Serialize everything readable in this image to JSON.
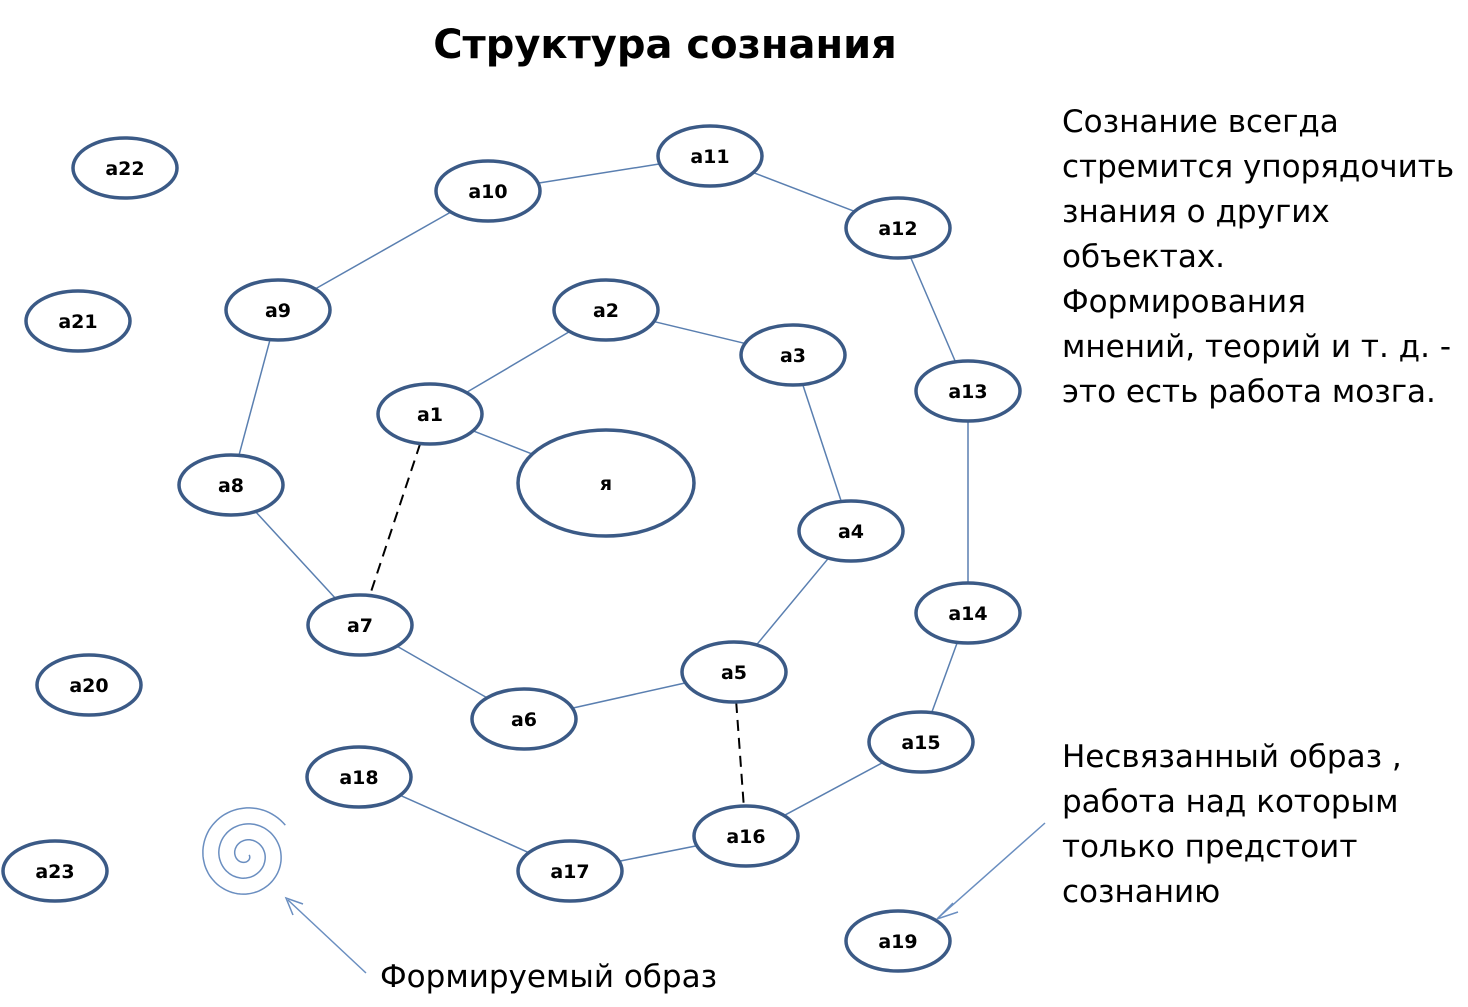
{
  "title": "Структура сознания",
  "notes": {
    "top": "Сознание всегда\nстремится упорядочить\nзнания о других\nобъектах.\nФормирования\nмнений, теорий и т. д. -\nэто есть работа мозга.",
    "bottom": "Несвязанный образ ,\nработа над которым\nтолько предстоит\nсознанию",
    "forming": "Формируемый образ"
  },
  "nodes": [
    {
      "id": "self",
      "label": "я"
    },
    {
      "id": "a1",
      "label": "a1"
    },
    {
      "id": "a2",
      "label": "a2"
    },
    {
      "id": "a3",
      "label": "a3"
    },
    {
      "id": "a4",
      "label": "a4"
    },
    {
      "id": "a5",
      "label": "a5"
    },
    {
      "id": "a6",
      "label": "a6"
    },
    {
      "id": "a7",
      "label": "a7"
    },
    {
      "id": "a8",
      "label": "a8"
    },
    {
      "id": "a9",
      "label": "a9"
    },
    {
      "id": "a10",
      "label": "a10"
    },
    {
      "id": "a11",
      "label": "a11"
    },
    {
      "id": "a12",
      "label": "a12"
    },
    {
      "id": "a13",
      "label": "a13"
    },
    {
      "id": "a14",
      "label": "a14"
    },
    {
      "id": "a15",
      "label": "a15"
    },
    {
      "id": "a16",
      "label": "a16"
    },
    {
      "id": "a17",
      "label": "a17"
    },
    {
      "id": "a18",
      "label": "a18"
    },
    {
      "id": "a19",
      "label": "a19"
    },
    {
      "id": "a20",
      "label": "a20"
    },
    {
      "id": "a21",
      "label": "a21"
    },
    {
      "id": "a22",
      "label": "a22"
    },
    {
      "id": "a23",
      "label": "a23"
    }
  ],
  "edges": [
    {
      "from": "a1",
      "to": "self",
      "style": "solid"
    },
    {
      "from": "a1",
      "to": "a2",
      "style": "solid"
    },
    {
      "from": "a2",
      "to": "a3",
      "style": "solid"
    },
    {
      "from": "a3",
      "to": "a4",
      "style": "solid"
    },
    {
      "from": "a4",
      "to": "a5",
      "style": "solid"
    },
    {
      "from": "a5",
      "to": "a6",
      "style": "solid"
    },
    {
      "from": "a6",
      "to": "a7",
      "style": "solid"
    },
    {
      "from": "a7",
      "to": "a8",
      "style": "solid"
    },
    {
      "from": "a8",
      "to": "a9",
      "style": "solid"
    },
    {
      "from": "a9",
      "to": "a10",
      "style": "solid"
    },
    {
      "from": "a10",
      "to": "a11",
      "style": "solid"
    },
    {
      "from": "a11",
      "to": "a12",
      "style": "solid"
    },
    {
      "from": "a12",
      "to": "a13",
      "style": "solid"
    },
    {
      "from": "a13",
      "to": "a14",
      "style": "solid"
    },
    {
      "from": "a14",
      "to": "a15",
      "style": "solid"
    },
    {
      "from": "a15",
      "to": "a16",
      "style": "solid"
    },
    {
      "from": "a16",
      "to": "a17",
      "style": "solid"
    },
    {
      "from": "a17",
      "to": "a18",
      "style": "solid"
    },
    {
      "from": "a1",
      "to": "a7",
      "style": "dashed"
    },
    {
      "from": "a5",
      "to": "a16",
      "style": "dashed"
    }
  ]
}
